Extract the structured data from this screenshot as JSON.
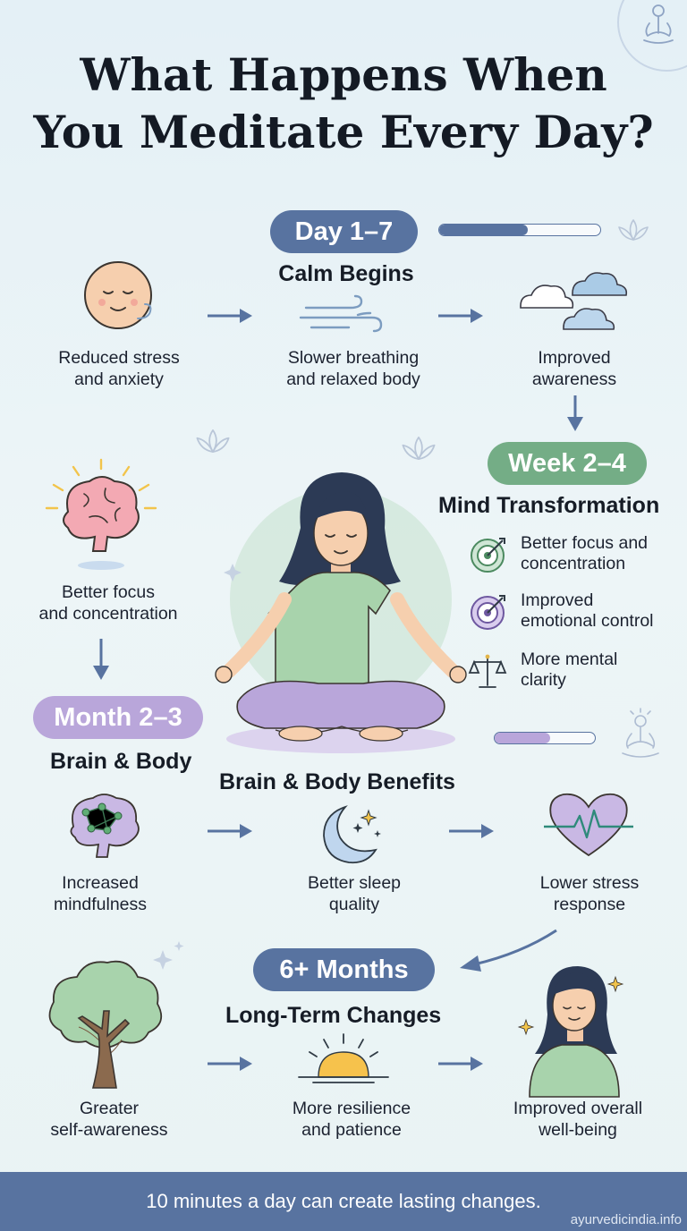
{
  "title": {
    "line1": "What Happens When",
    "line2": "You Meditate Every Day?"
  },
  "stage1": {
    "label": "Day 1–7",
    "heading": "Calm Begins",
    "progress": 0.55,
    "items": [
      {
        "line1": "Reduced stress",
        "line2": "and anxiety"
      },
      {
        "line1": "Slower breathing",
        "line2": "and relaxed body"
      },
      {
        "line1": "Improved",
        "line2": "awareness"
      }
    ]
  },
  "stage2": {
    "label": "Week 2–4",
    "heading": "Mind Transformation",
    "side_item": {
      "line1": "Better focus",
      "line2": "and concentration"
    },
    "list": [
      {
        "line1": "Better focus and",
        "line2": "concentration"
      },
      {
        "line1": "Improved",
        "line2": "emotional control"
      },
      {
        "line1": "More mental",
        "line2": "clarity"
      }
    ]
  },
  "stage3": {
    "label": "Month 2–3",
    "heading": "Brain & Body",
    "subheading": "Brain & Body Benefits",
    "progress": 0.55,
    "items": [
      {
        "line1": "Increased",
        "line2": "mindfulness"
      },
      {
        "line1": "Better sleep",
        "line2": "quality"
      },
      {
        "line1": "Lower stress",
        "line2": "response"
      }
    ]
  },
  "stage4": {
    "label": "6+ Months",
    "heading": "Long-Term Changes",
    "items": [
      {
        "line1": "Greater",
        "line2": "self-awareness"
      },
      {
        "line1": "More resilience",
        "line2": "and patience"
      },
      {
        "line1": "Improved overall",
        "line2": "well-being"
      }
    ]
  },
  "footer": {
    "text": "10 minutes a day can create lasting changes.",
    "watermark": "ayurvedicindia.info"
  },
  "colors": {
    "blue": "#5873a0",
    "green": "#74ad86",
    "purple": "#b9a6da",
    "brain_pink": "#f3a9b3",
    "skin": "#f6cfae"
  },
  "icons": [
    "meditation-figure-icon",
    "lotus-icon",
    "smiling-face-icon",
    "wind-icon",
    "clouds-icon",
    "brain-icon",
    "target-icon",
    "scale-icon",
    "network-brain-icon",
    "moon-stars-icon",
    "heartbeat-icon",
    "tree-icon",
    "sunrise-icon",
    "woman-portrait-icon",
    "arrow-right-icon",
    "arrow-down-icon"
  ]
}
